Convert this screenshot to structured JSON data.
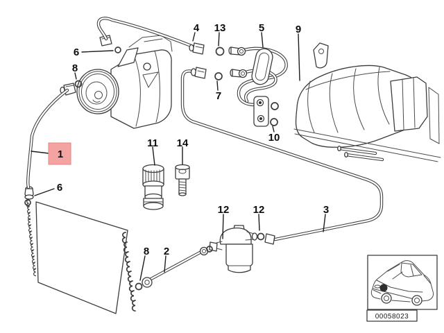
{
  "diagram": {
    "code": "00058023",
    "highlight": {
      "fill": "#f4a3a3",
      "border": "#e98080"
    },
    "line_color": "#3b3b3b",
    "background": "#ffffff",
    "callouts": [
      {
        "label": "4"
      },
      {
        "label": "13"
      },
      {
        "label": "5"
      },
      {
        "label": "9"
      },
      {
        "label": "6"
      },
      {
        "label": "8"
      },
      {
        "label": "7"
      },
      {
        "label": "1",
        "highlighted": true
      },
      {
        "label": "10"
      },
      {
        "label": "11"
      },
      {
        "label": "14"
      },
      {
        "label": "6"
      },
      {
        "label": "8"
      },
      {
        "label": "2"
      },
      {
        "label": "12"
      },
      {
        "label": "12"
      },
      {
        "label": "3"
      }
    ]
  }
}
